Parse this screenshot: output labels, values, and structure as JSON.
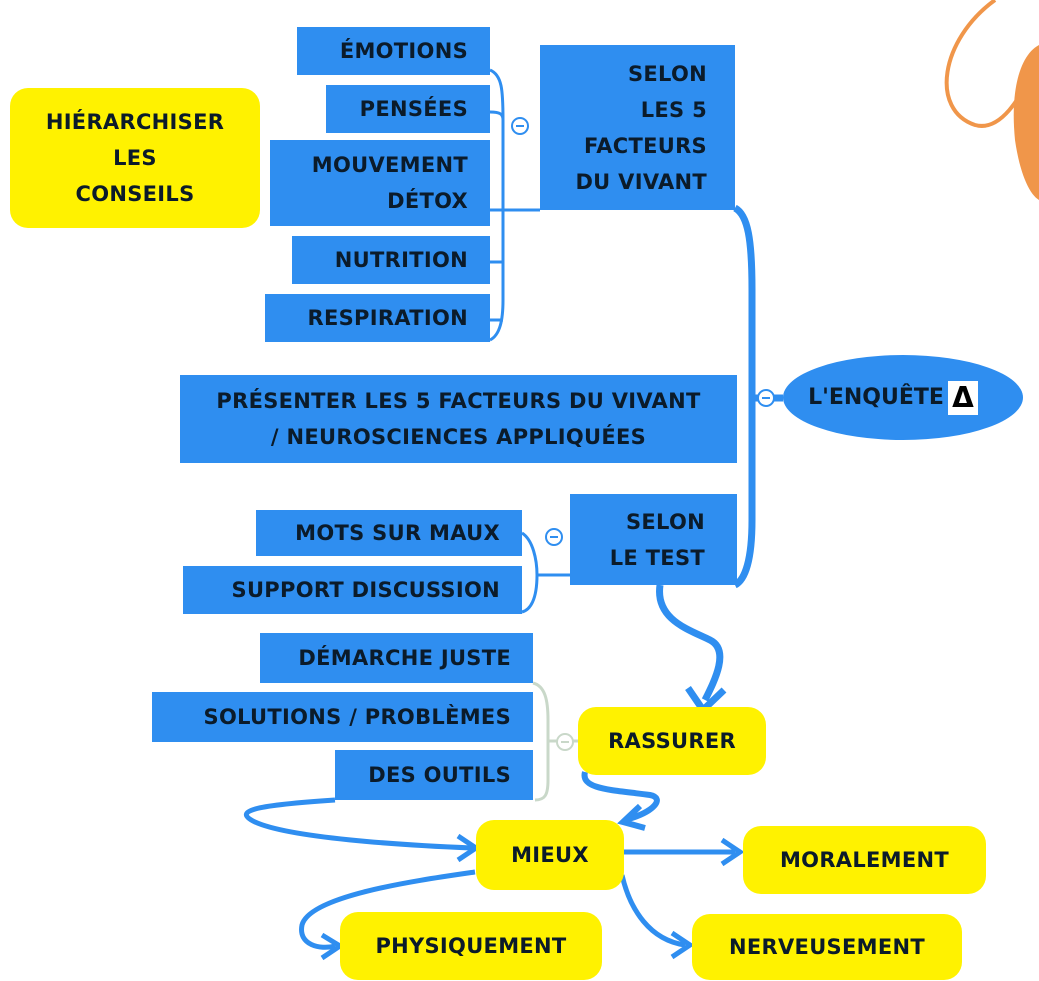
{
  "root": {
    "label": "L'ENQUÊTE",
    "symbol": "Δ"
  },
  "branches": {
    "factors": {
      "title_lines": [
        "SELON",
        "LES 5",
        "FACTEURS",
        "DU VIVANT"
      ],
      "items": [
        "ÉMOTIONS",
        "PENSÉES",
        "MOUVEMENT",
        "DÉTOX",
        "NUTRITION",
        "RESPIRATION"
      ]
    },
    "present": {
      "lines": [
        "PRÉSENTER LES 5 FACTEURS DU VIVANT",
        "/ NEUROSCIENCES APPLIQUÉES"
      ]
    },
    "test": {
      "title_lines": [
        "SELON",
        "LE TEST"
      ],
      "items": [
        "MOTS SUR MAUX",
        "SUPPORT DISCUSSION"
      ]
    }
  },
  "hierarchy_note": {
    "lines": [
      "HIÉRARCHISER",
      "LES",
      "CONSEILS"
    ]
  },
  "reassure": {
    "label": "RASSURER",
    "items": [
      "DÉMARCHE JUSTE",
      "SOLUTIONS / PROBLÈMES",
      "DES OUTILS"
    ]
  },
  "better": {
    "label": "MIEUX",
    "items": [
      "MORALEMENT",
      "PHYSIQUEMENT",
      "NERVEUSEMENT"
    ]
  },
  "colors": {
    "blue": "#2f8ef0",
    "yellow": "#fff200",
    "orange": "#f0964a",
    "text": "#0b1b2a"
  }
}
